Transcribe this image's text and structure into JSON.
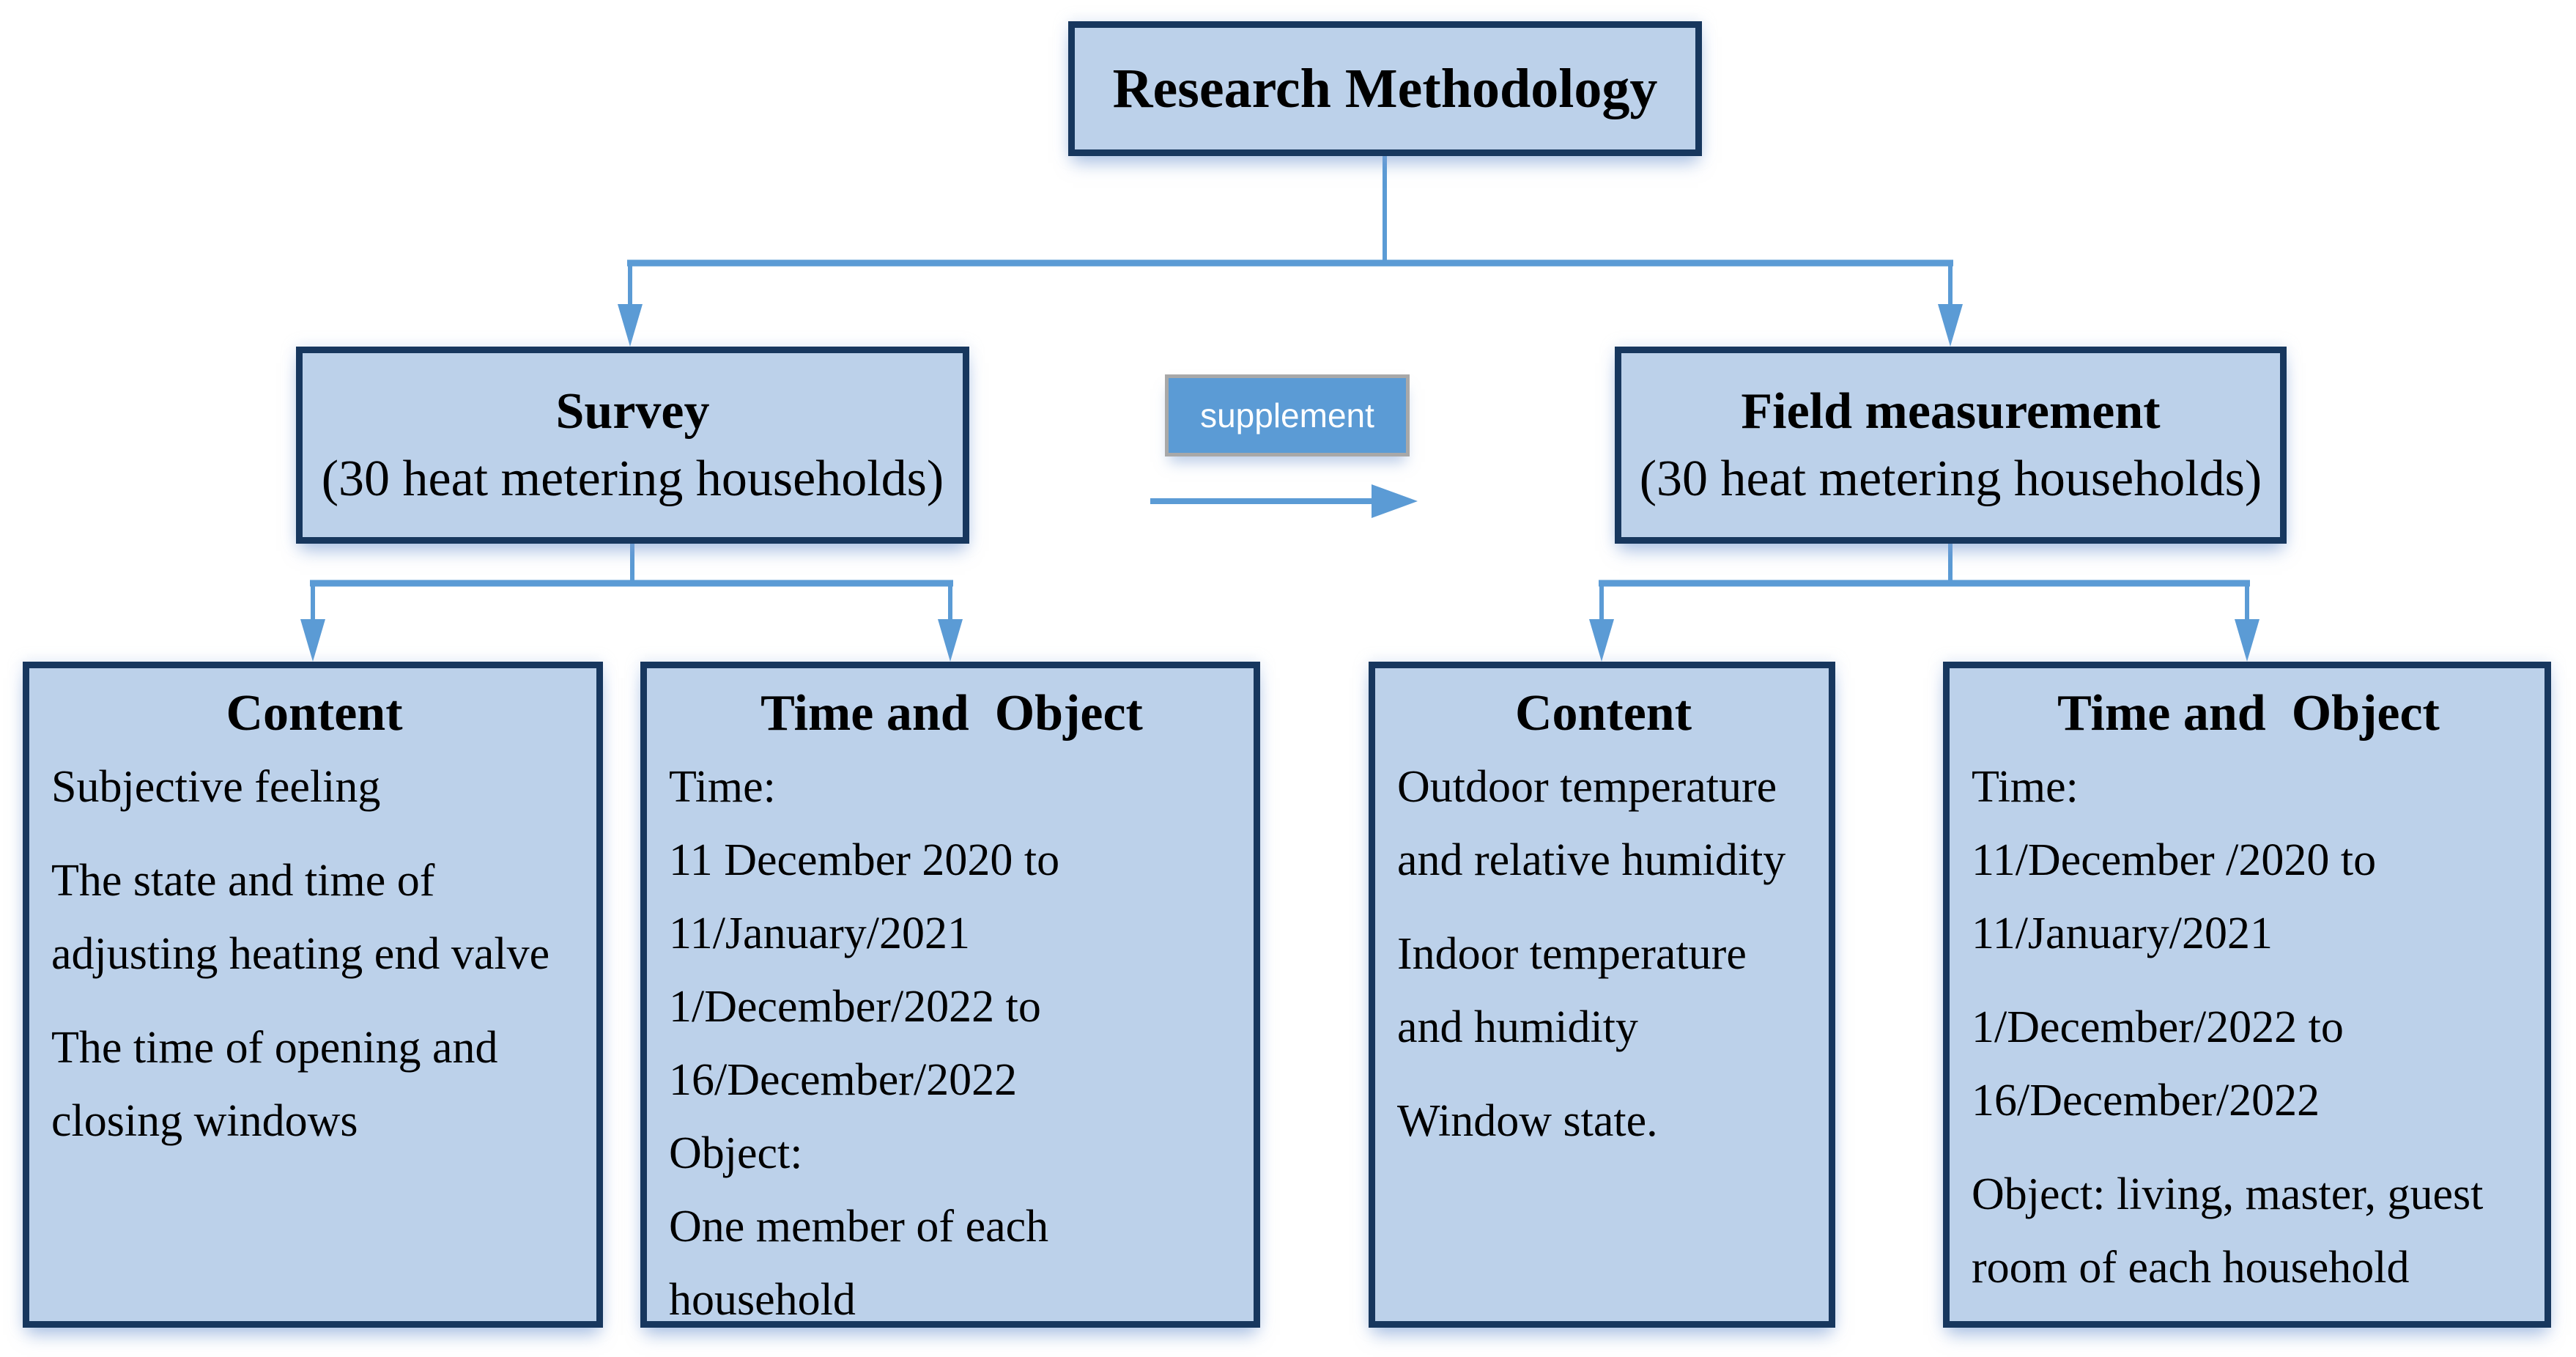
{
  "colors": {
    "box_fill": "#bcd1ea",
    "box_border": "#17375e",
    "connector": "#5b9bd5",
    "supplement_fill": "#5b9bd5",
    "supplement_border": "#a8a8a8",
    "supplement_text": "#ffffff",
    "text": "#000000"
  },
  "root": {
    "title": "Research Methodology"
  },
  "supplement": {
    "label": "supplement"
  },
  "survey": {
    "title": "Survey",
    "subtitle": "(30 heat metering households)"
  },
  "field": {
    "title": "Field measurement",
    "subtitle": "(30 heat metering households)"
  },
  "survey_content": {
    "heading": "Content",
    "p1": "Subjective feeling",
    "p2": "The state and time of\nadjusting heating end valve",
    "p3": "The time of opening and\nclosing windows"
  },
  "survey_time": {
    "heading": "Time and  Object",
    "p1": "Time:\n11 December 2020 to\n11/January/2021\n1/December/2022 to\n16/December/2022\nObject:\nOne member of each\nhousehold"
  },
  "field_content": {
    "heading": "Content",
    "p1": "Outdoor temperature\nand relative humidity",
    "p2": "Indoor temperature\nand humidity",
    "p3": "Window state."
  },
  "field_time": {
    "heading": "Time and  Object",
    "p1": "Time:\n11/December /2020 to\n11/January/2021",
    "p2": "1/December/2022 to\n16/December/2022",
    "p3": "Object: living, master, guest\nroom of each household"
  }
}
